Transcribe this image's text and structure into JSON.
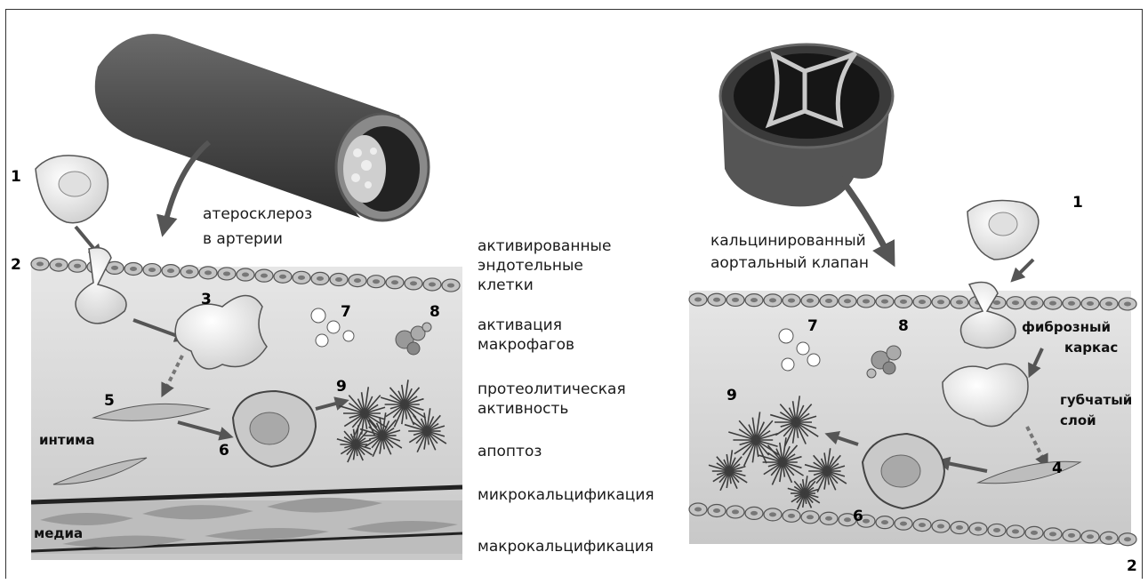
{
  "left_panel": {
    "title": [
      "атеросклероз",
      "в артерии"
    ],
    "numbers": {
      "n1": "1",
      "n2": "2",
      "n3": "3",
      "n5": "5",
      "n6": "6",
      "n7": "7",
      "n8": "8",
      "n9": "9"
    },
    "intima_label": "интима",
    "media_label": "медиа"
  },
  "legend": {
    "items": [
      [
        "активированные",
        "эндотельные",
        "клетки"
      ],
      [
        "активация",
        "макрофагов"
      ],
      [
        "протеолитическая",
        "активность"
      ],
      [
        "апоптоз"
      ],
      [
        "микрокальцификация"
      ],
      [
        "макрокальцификация"
      ]
    ]
  },
  "right_panel": {
    "title": [
      "кальцинированный",
      "аортальный клапан"
    ],
    "numbers": {
      "n1": "1",
      "n2": "2",
      "n4": "4",
      "n6": "6",
      "n7": "7",
      "n8": "8",
      "n9": "9"
    },
    "fibrosa_label": [
      "фиброзный",
      "каркас"
    ],
    "spongiosa_label": [
      "губчатый",
      "слой"
    ]
  },
  "colors": {
    "tissue_gray": "#d2d2d2",
    "vessel_dark": "#4a4a4a",
    "arrow_gray": "#555555",
    "cell_fill": "#f4f4f4"
  }
}
